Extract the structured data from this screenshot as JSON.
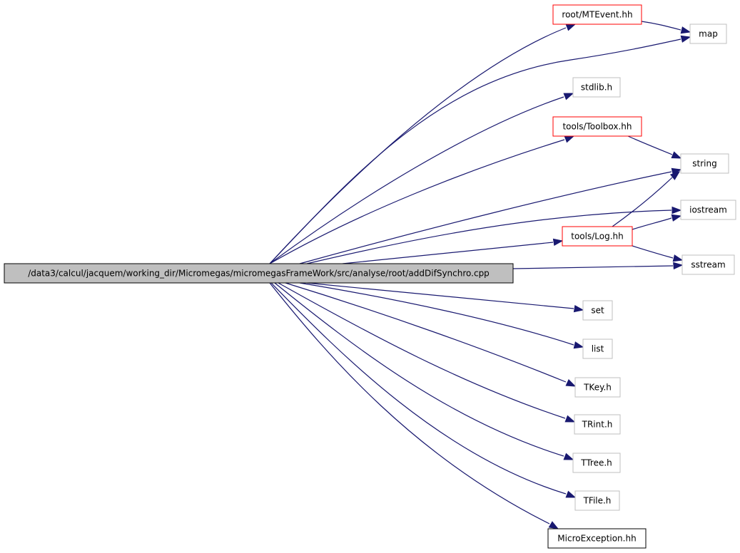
{
  "root": {
    "id": "root",
    "label": "/data3/calcul/jacquem/working_dir/Micromegas/micromegasFrameWork/src/analyse/root/addDifSynchro.cpp",
    "style": "root"
  },
  "nodes": [
    {
      "id": "mtevent",
      "label": "root/MTEvent.hh",
      "style": "red"
    },
    {
      "id": "map",
      "label": "map",
      "style": "gray"
    },
    {
      "id": "stdlib",
      "label": "stdlib.h",
      "style": "gray"
    },
    {
      "id": "toolbox",
      "label": "tools/Toolbox.hh",
      "style": "red"
    },
    {
      "id": "string",
      "label": "string",
      "style": "gray"
    },
    {
      "id": "iostream",
      "label": "iostream",
      "style": "gray"
    },
    {
      "id": "log",
      "label": "tools/Log.hh",
      "style": "red"
    },
    {
      "id": "sstream",
      "label": "sstream",
      "style": "gray"
    },
    {
      "id": "set",
      "label": "set",
      "style": "gray"
    },
    {
      "id": "list",
      "label": "list",
      "style": "gray"
    },
    {
      "id": "tkey",
      "label": "TKey.h",
      "style": "gray"
    },
    {
      "id": "trint",
      "label": "TRint.h",
      "style": "gray"
    },
    {
      "id": "ttree",
      "label": "TTree.h",
      "style": "gray"
    },
    {
      "id": "tfile",
      "label": "TFile.h",
      "style": "gray"
    },
    {
      "id": "microexception",
      "label": "MicroException.hh",
      "style": "black"
    }
  ],
  "edges": [
    {
      "from": "root",
      "to": "mtevent"
    },
    {
      "from": "root",
      "to": "map"
    },
    {
      "from": "root",
      "to": "stdlib"
    },
    {
      "from": "root",
      "to": "toolbox"
    },
    {
      "from": "root",
      "to": "string"
    },
    {
      "from": "root",
      "to": "iostream"
    },
    {
      "from": "root",
      "to": "log"
    },
    {
      "from": "root",
      "to": "sstream"
    },
    {
      "from": "root",
      "to": "set"
    },
    {
      "from": "root",
      "to": "list"
    },
    {
      "from": "root",
      "to": "tkey"
    },
    {
      "from": "root",
      "to": "trint"
    },
    {
      "from": "root",
      "to": "ttree"
    },
    {
      "from": "root",
      "to": "tfile"
    },
    {
      "from": "root",
      "to": "microexception"
    },
    {
      "from": "mtevent",
      "to": "map"
    },
    {
      "from": "toolbox",
      "to": "string"
    },
    {
      "from": "log",
      "to": "string"
    },
    {
      "from": "log",
      "to": "iostream"
    },
    {
      "from": "log",
      "to": "sstream"
    }
  ],
  "colors": {
    "edge": "#191970",
    "root_fill": "#bfbfbf",
    "root_border": "#000000",
    "red_border": "#ff0000",
    "gray_border": "#bfbfbf",
    "black_border": "#000000",
    "node_fill": "#ffffff"
  }
}
